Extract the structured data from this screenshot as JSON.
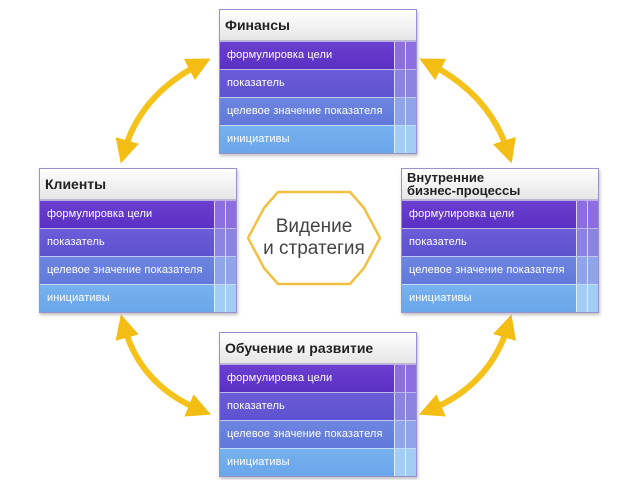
{
  "center": {
    "line1": "Видение",
    "line2": "и стратегия"
  },
  "row_labels": [
    "формулировка цели",
    "показатель",
    "целевое значение показателя",
    "инициативы"
  ],
  "cards": {
    "finance": {
      "title": "Финансы"
    },
    "clients": {
      "title": "Клиенты"
    },
    "processes": {
      "title_line1": "Внутренние",
      "title_line2": "бизнес-процессы"
    },
    "learning": {
      "title": "Обучение и развитие"
    }
  },
  "colors": {
    "arrow": "#f5c21b",
    "center_border": "#f2c040",
    "row_top": "#5a30c2",
    "row_bottom": "#6aa6ea"
  }
}
